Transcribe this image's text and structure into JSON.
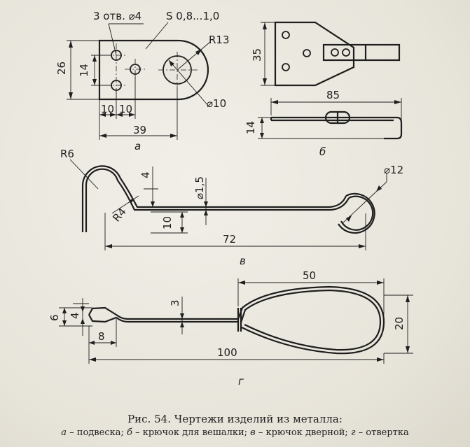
{
  "figure_a": {
    "holes_note": "3 отв. ⌀4",
    "thickness_note": "S 0,8...1,0",
    "radius_note": "R13",
    "big_hole_note": "⌀10",
    "dim_height_26": "26",
    "dim_pitch_14": "14",
    "dim_10_left": "10",
    "dim_10_right": "10",
    "dim_width_39": "39",
    "label": "а"
  },
  "figure_b": {
    "dim_height_35": "35",
    "dim_length_85": "85",
    "dim_height_14": "14",
    "label": "б"
  },
  "figure_c": {
    "radius_6": "R6",
    "dim_4": "4",
    "wire_diameter": "⌀1,5",
    "ring_diameter": "⌀12",
    "radius_4": "R4",
    "dim_10": "10",
    "dim_72": "72",
    "label": "в"
  },
  "figure_d": {
    "dim_50": "50",
    "dim_3": "3",
    "dim_6": "6",
    "dim_4": "4",
    "dim_20": "20",
    "dim_8": "8",
    "dim_100": "100",
    "label": "г"
  },
  "caption": {
    "title": "Рис. 54. Чертежи изделий из металла:",
    "items": [
      {
        "letter": "а",
        "text": " – подвеска; "
      },
      {
        "letter": "б",
        "text": " – крючок для вешалки; "
      },
      {
        "letter": "в",
        "text": " – крючок дверной; "
      },
      {
        "letter": "г",
        "text": " – отвертка"
      }
    ]
  }
}
